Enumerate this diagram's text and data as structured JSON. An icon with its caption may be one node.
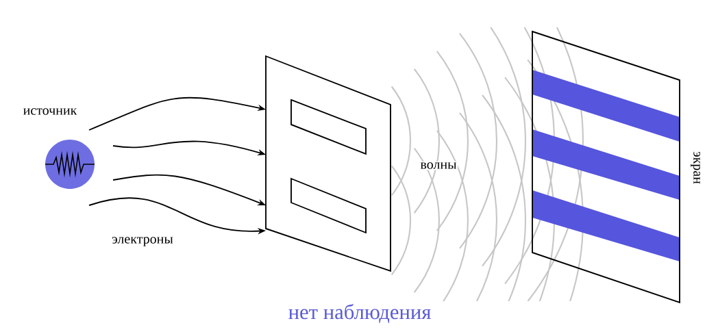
{
  "diagram": {
    "caption": "нет наблюдения",
    "nodes": [
      {
        "text": [],
        "shape": "circle",
        "beside": [
          "источник"
        ]
      },
      {
        "text": [],
        "shape": "box"
      },
      {
        "text": [
          "экран"
        ]
      }
    ],
    "edges": [
      {
        "from": null,
        "to": 1,
        "arrow": "to"
      },
      {
        "from": null,
        "to": 1,
        "arrow": "to"
      },
      {
        "from": null,
        "to": 1,
        "arrow": "to"
      },
      {
        "from": null,
        "to": 1,
        "arrow": "to"
      }
    ],
    "labels": [
      "электроны",
      "волны"
    ]
  }
}
